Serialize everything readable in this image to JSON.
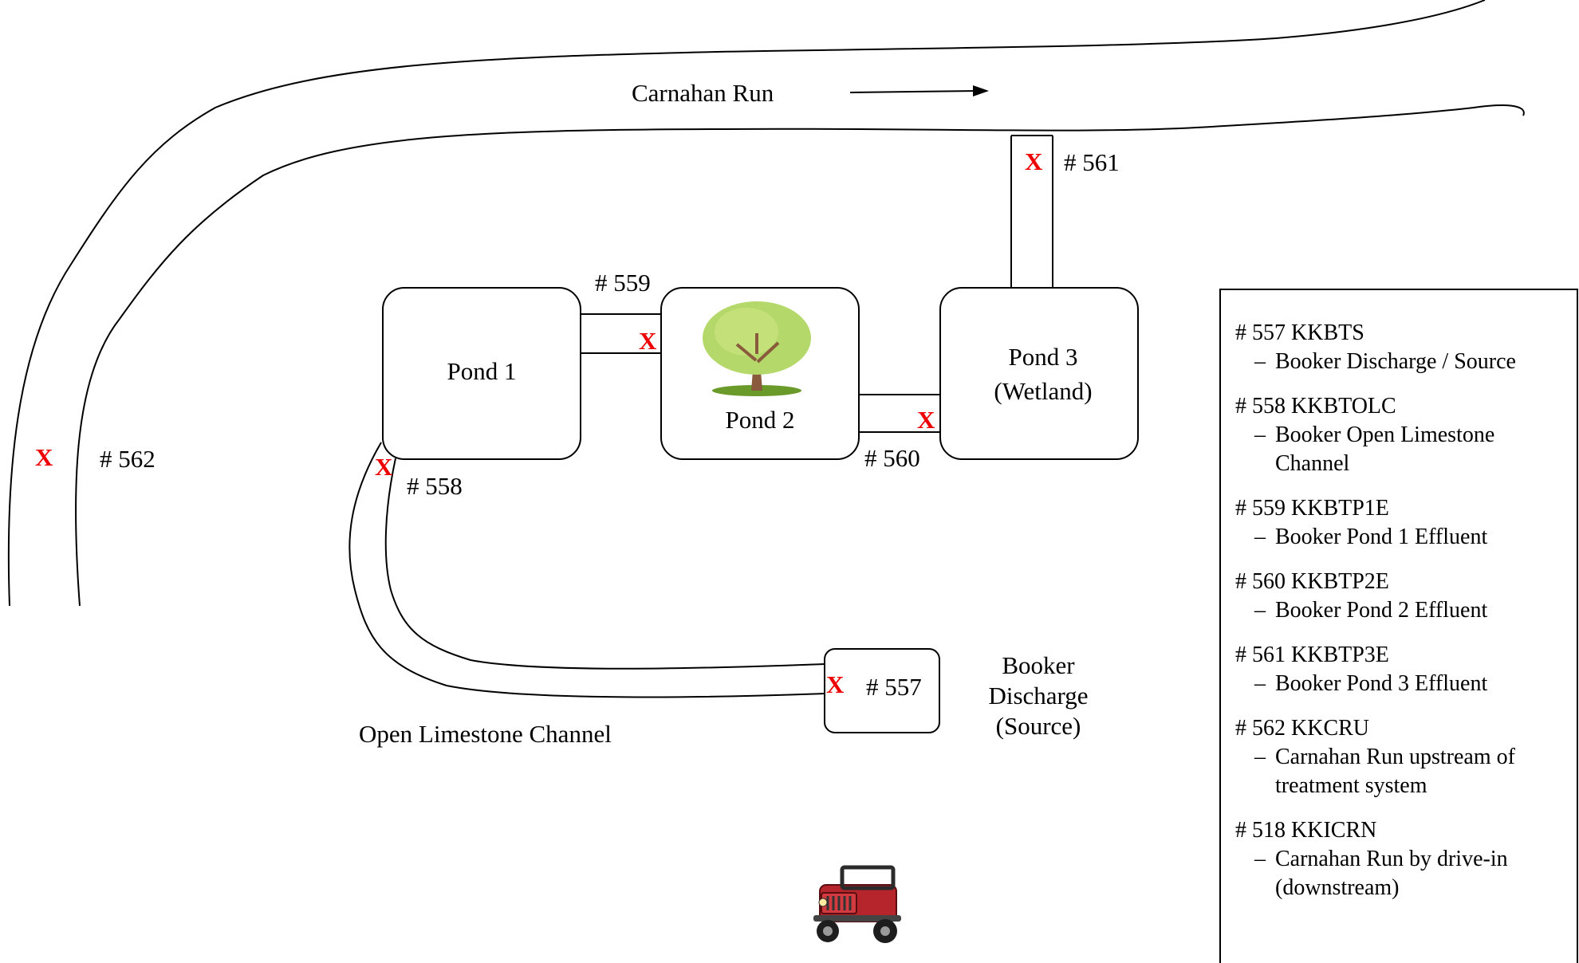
{
  "diagram": {
    "stream_name": "Carnahan Run",
    "channel_label": "Open Limestone Channel",
    "source_label": "Booker Discharge (Source)",
    "sample_marker": "X",
    "ponds": [
      {
        "id": "pond1",
        "label": "Pond 1"
      },
      {
        "id": "pond2",
        "label": "Pond 2"
      },
      {
        "id": "pond3",
        "label": "Pond 3 (Wetland)"
      }
    ],
    "sites": {
      "s557": "# 557",
      "s558": "# 558",
      "s559": "# 559",
      "s560": "# 560",
      "s561": "# 561",
      "s562": "# 562"
    },
    "colors": {
      "marker": "#ee0000",
      "line": "#000000"
    },
    "icons": [
      "tree-icon",
      "jeep-icon",
      "arrow-right-icon"
    ]
  },
  "legend": {
    "items": [
      {
        "code": "# 557 KKBTS",
        "desc": "Booker Discharge / Source"
      },
      {
        "code": "# 558 KKBTOLC",
        "desc": "Booker Open Limestone Channel"
      },
      {
        "code": "# 559 KKBTP1E",
        "desc": "Booker Pond 1 Effluent"
      },
      {
        "code": "# 560 KKBTP2E",
        "desc": "Booker Pond 2 Effluent"
      },
      {
        "code": "# 561 KKBTP3E",
        "desc": "Booker Pond 3 Effluent"
      },
      {
        "code": "# 562 KKCRU",
        "desc": "Carnahan Run upstream of treatment system"
      },
      {
        "code": "# 518 KKICRN",
        "desc": "Carnahan Run by drive-in (downstream)"
      }
    ]
  }
}
